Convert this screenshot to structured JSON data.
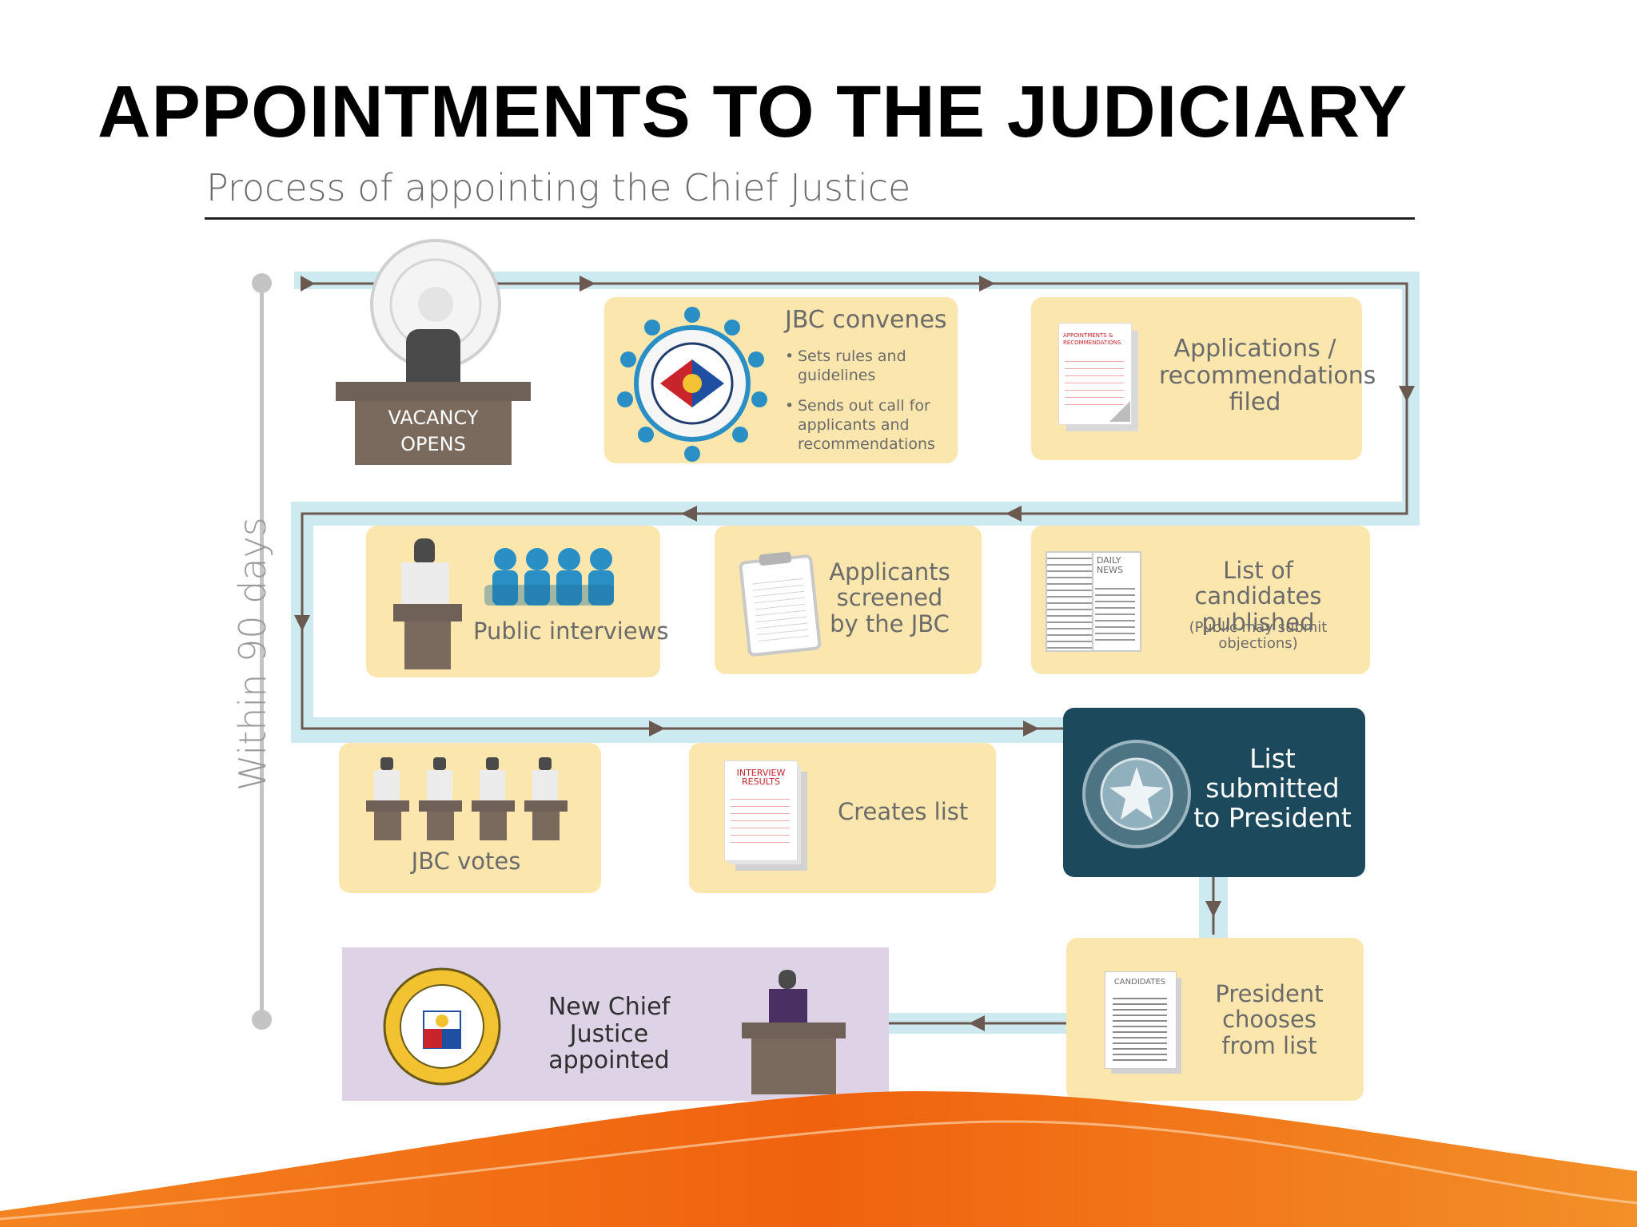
{
  "title": "APPOINTMENTS TO THE JUDICIARY",
  "subtitle": "Process of appointing the Chief Justice",
  "timeline_label": "Within 90 days",
  "colors": {
    "card": "#fbe6ad",
    "card_dark": "#1c4a5c",
    "card_final": "#ddd2e6",
    "flow_line": "#cdeaf1",
    "arrow": "#6b5850",
    "desk": "#7a6a5e",
    "accent_orange": "#f06a12"
  },
  "steps": {
    "vacancy": {
      "label_line1": "VACANCY",
      "label_line2": "OPENS",
      "icon": "seal-and-chair-icon"
    },
    "jbc_convenes": {
      "title": "JBC convenes",
      "bullets": [
        "Sets rules and guidelines",
        "Sends out call for applicants and recommendations"
      ],
      "icon": "jbc-seal-icon"
    },
    "applications": {
      "text": "Applications / recommendations filed",
      "doc_header": "APPOINTMENTS & RECOMMENDATIONS"
    },
    "interviews": {
      "text": "Public interviews"
    },
    "screened": {
      "text": "Applicants screened by the JBC"
    },
    "published": {
      "text": "List of candidates published",
      "note": "(Public may submit objections)",
      "paper_header": "DAILY NEWS"
    },
    "votes": {
      "text": "JBC votes"
    },
    "creates_list": {
      "text": "Creates list",
      "doc_header": "INTERVIEW RESULTS"
    },
    "submitted": {
      "text": "List submitted to President"
    },
    "president": {
      "text": "President chooses from list",
      "doc_header": "CANDIDATES"
    },
    "appointed": {
      "text": "New Chief Justice appointed"
    }
  }
}
